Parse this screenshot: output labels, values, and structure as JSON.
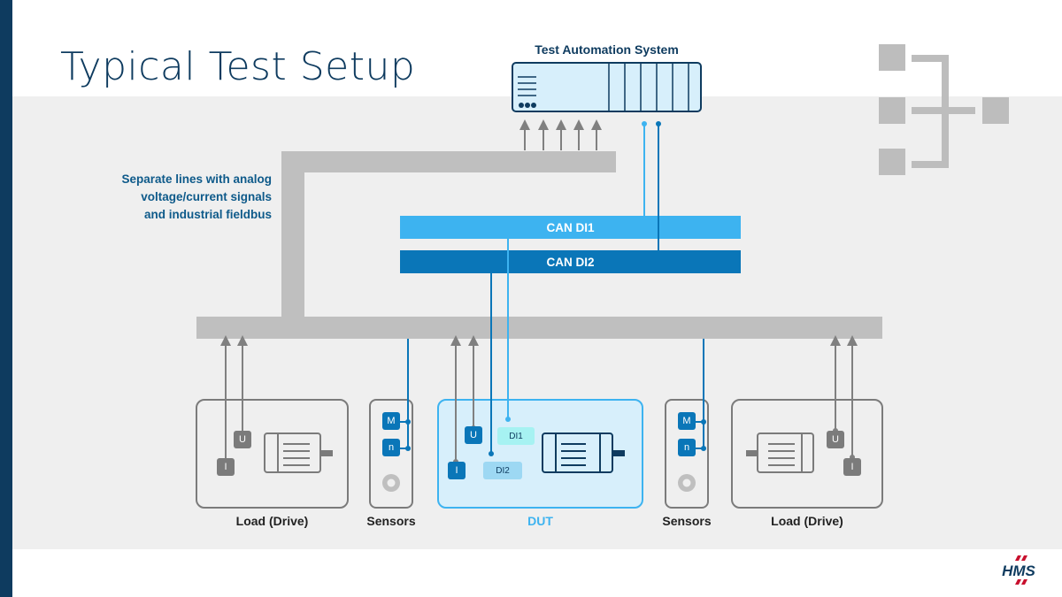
{
  "title": "Typical Test Setup",
  "tas": {
    "label": "Test Automation System"
  },
  "note": {
    "line1": "Separate lines with analog",
    "line2": "voltage/current signals",
    "line3": "and industrial fieldbus"
  },
  "buses": {
    "can1": "CAN DI1",
    "can2": "CAN DI2"
  },
  "devices": {
    "load_left": {
      "label": "Load (Drive)",
      "tag_u": "U",
      "tag_i": "I"
    },
    "sensors_left": {
      "label": "Sensors",
      "tag_m": "M",
      "tag_n": "n"
    },
    "dut": {
      "label": "DUT",
      "tag_u": "U",
      "tag_i": "I",
      "tag_di1": "DI1",
      "tag_di2": "DI2"
    },
    "sensors_right": {
      "label": "Sensors",
      "tag_m": "M",
      "tag_n": "n"
    },
    "load_right": {
      "label": "Load (Drive)",
      "tag_u": "U",
      "tag_i": "I"
    }
  },
  "logo": {
    "text": "HMS"
  },
  "colors": {
    "navy": "#0e3b5f",
    "can1": "#3db3f0",
    "can2": "#0a76b8",
    "gray": "#bfbfbf",
    "dut_fill": "#d7effb"
  }
}
